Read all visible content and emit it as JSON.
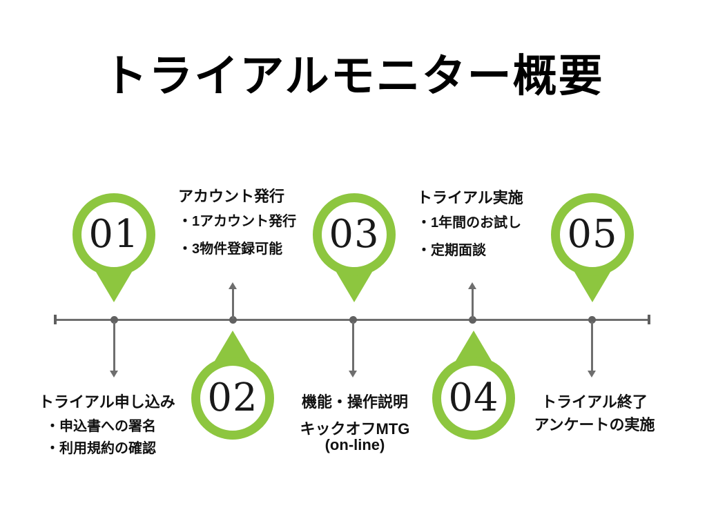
{
  "title": "トライアルモニター概要",
  "colors": {
    "accent_green": "#8dc63f",
    "line_gray": "#6e6e6e",
    "text_black": "#111111"
  },
  "timeline": {
    "steps": [
      {
        "number": "01",
        "pin": "above-line",
        "heading": "トライアル申し込み",
        "details": [
          "・申込書への署名",
          "・利用規約の確認"
        ]
      },
      {
        "number": "02",
        "pin": "below-line",
        "heading": "アカウント発行",
        "details": [
          "・1アカウント発行",
          "・3物件登録可能"
        ]
      },
      {
        "number": "03",
        "pin": "above-line",
        "heading": "機能・操作説明",
        "details": [
          "キックオフMTG",
          "(on-line)"
        ]
      },
      {
        "number": "04",
        "pin": "below-line",
        "heading": "トライアル実施",
        "details": [
          "・1年間のお試し",
          "・定期面談"
        ]
      },
      {
        "number": "05",
        "pin": "above-line",
        "heading": "トライアル終了",
        "details": [
          "アンケートの実施"
        ]
      }
    ]
  }
}
